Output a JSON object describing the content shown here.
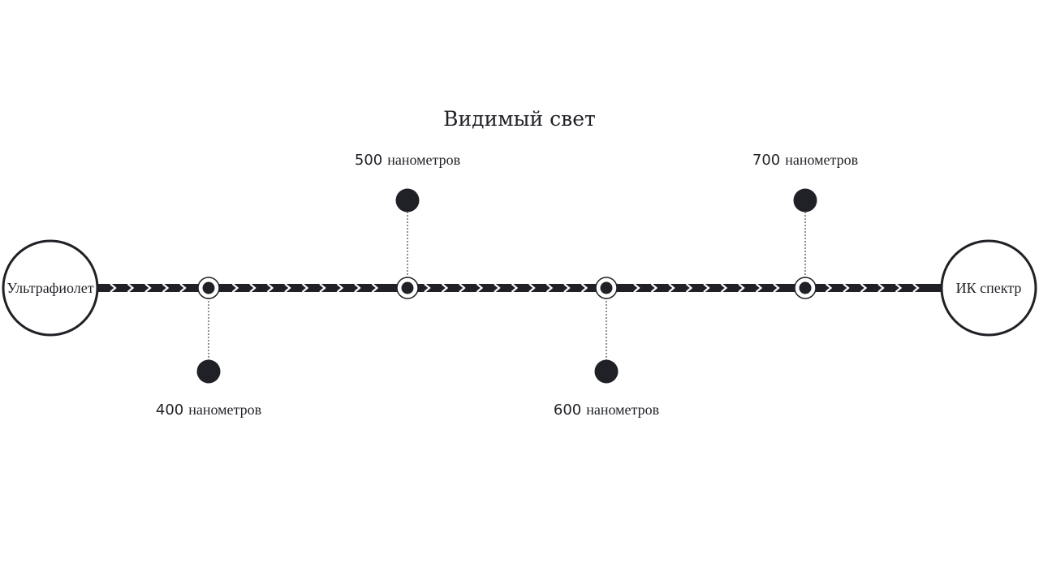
{
  "title": "Видимый свет",
  "start": {
    "label": "Ультрафиолет"
  },
  "end": {
    "label": "ИК спектр"
  },
  "milestones": [
    {
      "value": "400",
      "unit": "нанометров",
      "side": "below"
    },
    {
      "value": "500",
      "unit": "нанометров",
      "side": "above"
    },
    {
      "value": "600",
      "unit": "нанометров",
      "side": "below"
    },
    {
      "value": "700",
      "unit": "нанометров",
      "side": "above"
    }
  ],
  "colors": {
    "ink": "#1f2126",
    "background": "#ffffff"
  }
}
